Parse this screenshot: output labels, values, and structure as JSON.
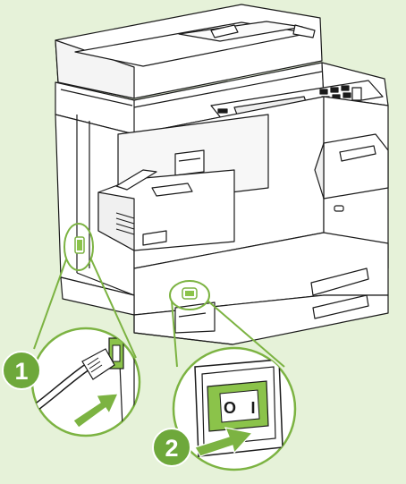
{
  "colors": {
    "background": "#e6f2d9",
    "accent_green": "#7cb342",
    "line": "#1a1a1a",
    "switch_green": "#8bc34a"
  },
  "steps": [
    {
      "number": "1",
      "icon": "power-cord-plug-icon"
    },
    {
      "number": "2",
      "icon": "power-switch-icon"
    }
  ],
  "switch": {
    "off_mark": "O",
    "on_mark": "I"
  }
}
